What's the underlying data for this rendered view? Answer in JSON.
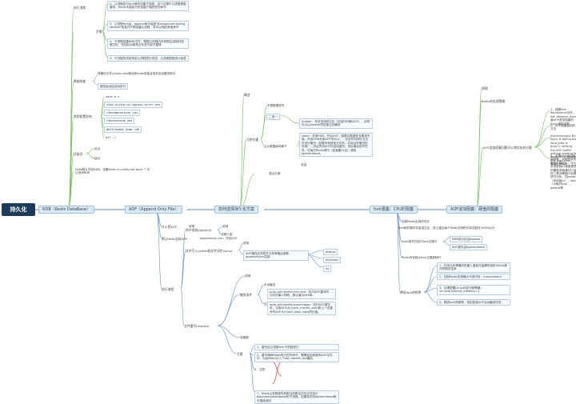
{
  "root": "持久化",
  "rdb": {
    "label": "RDB（Redis DataBase）",
    "exec_flow": "执行流程",
    "step2": "2、父进程执行fork操作创建子进程，这个过程中父进程是阻塞的，Redis不能执行来自客户端的任何命令",
    "step3": "3、父进程fork后，bgsave命令返回\"Background saving started\"信息并不再阻塞父进程，并可以响应其他命令",
    "step4": "4、子进程创建RDB文件，根据父进程内存快照生成临时快照文件，完成后对原有文件进行原子替换",
    "step5": "5、子进程发送信号给父进程表示完成，父进程更新统计信息",
    "pic": "步骤",
    "data_recovery": "数据恢复",
    "data_recovery_desc": "将备份文件(dump.rdb)移动到redis安装目录并启动服务即可",
    "auto_load": "服务启动后自动执行",
    "common_config": "常用配置总结",
    "cfg": [
      "save m n",
      "stop-writes-on-bgsave-error yes",
      "rdbcompression yes",
      "rdbchecksum yes",
      "dbfilename dump.rdb",
      "dir ./"
    ],
    "pros_cons": "优缺点",
    "pros": "优点",
    "cons": "缺点",
    "rdb_note": "redis默认开启RDB，设置redis.cli config set save \"\" 可以关闭RDB"
  },
  "aof": {
    "label": "AOF（Append Only File）",
    "what": "什么是AOF",
    "what_desc": "说明",
    "enable": "默认redis没有AOF",
    "enable_cfg": "appendonly yes：开启AOF",
    "exec_flow": "执行流程",
    "cmd_append": "命令追加(append)",
    "desc": "说明",
    "flow_desc": "流程介绍",
    "file_write": "文件写入(write)和文件同步(sync)",
    "sync_desc": "AOF缓存区的同步文件策略由参数appendfsync控制",
    "always": "always",
    "everysec": "everysec",
    "no": "no",
    "rewrite": "文件重写(rewrite)",
    "rewrite_desc": "说明",
    "manual": "手动触发",
    "trigger_cond": "触发条件",
    "auto": "自动触发",
    "auto_cfg1": "auto-aof-rewrite-min-size：执行AOF重写时，文件的最小体积，默认值为64MB。",
    "auto_cfg2": "auto-aof-rewrite-percentage：执行AOF重写时，当前AOF大小(aof_current_size)和上一次重写时AOF大小(aof_base_size)的比值。",
    "flow": "流程图",
    "notes": "注意",
    "note1": "1、重写由父进程fork子进程进行",
    "note2": "2、重写期间Redis执行的写命令，需要追加到新的AOF文件中，为此Redis引入了aof_rewrite_buf缓存。",
    "note3": "3、注意：",
    "note4": "7、Redis父进程首先判断当前是否存在正在执行bgsave/bgrewriteaof的子进程，如果存在则bgrewriteaof命令直接返回"
  },
  "hybrid": {
    "label": "如何选择持久化方案",
    "overview": "概述",
    "lose": "不想数据丢失",
    "one": "二选一",
    "mix": "几种方案",
    "master_desc": "master：完全关闭持久化（包括RDB和AOF），这样可以让master的性能达到最好",
    "slave_desc": "slave：关闭RDB，开启AOF（如果对数据安全要求不高，开启RDB关闭AOF也可以），并定时对持久化文件进行备份（如备份到其他文件夹，并标记好备份的时间）；然后关闭AOF的自动重写，然后增加定时任务，在每天Redis闲时（如凌晨12点）调用bgrewriteaof。",
    "master_slave": "主从数据库场景下",
    "summary": "总结",
    "hybrid_cfg": "混合方案"
  },
  "fork_issue": {
    "label": "fork阻塞：CPU的阻塞",
    "ctrl": "控制Redis实例的内存",
    "ctrl_desc": "fork耗时跟内存量成正比，线上建议每个Redis实例的内存控制在10GB以内",
    "rdb_ctrl": "redis首先在执行fork过程中",
    "rdb_ctrl_a": "RDB持久化由bgsave",
    "rdb_ctrl_b": "AOF重写由bgrewriteaof",
    "fork_cost": "Redis内存越大fork过程越耗时",
    "reduce": "降低fork的频率",
    "reduce_list": [
      "1、在持久化策略的机器上避免在高峰时段执行fork操作的相关技术",
      "2、控制Redis实例最大可用内存：maxmemory",
      "3、合理配置Linux内存分配策略：vm.overcommit_memory=1",
      "4、降低fork的频率，例如放宽AOF自动触发时机"
    ]
  },
  "aof_disk": {
    "label": "AOF追加阻塞：硬盘的阻塞",
    "principle": "原理",
    "redis_fsync": "Redis的处理策略",
    "aof_buf": "AOF追加阻塞问题可以将优化的方案",
    "right1": "1、观察info Persistence中的aof_delayed_fsync：值AOF追加阻塞的fsync调用次数",
    "right2": "2、AOF阻塞监控的方法",
    "right3": "Asynchronous AOF fsync is taking too long (disk is busy?). Writing the AOF buffer without waiting for fsync to complete, this may slow down Redis",
    "right4": "3、如果AOF追加阻塞频繁，说明系统的硬盘负载较大，可以考虑更换IO速度更快的硬盘或者通过IO监控工具对硬盘IO负载进行分析，如iostat（系统级io）、iotop（io版的top）、pidstat等"
  }
}
